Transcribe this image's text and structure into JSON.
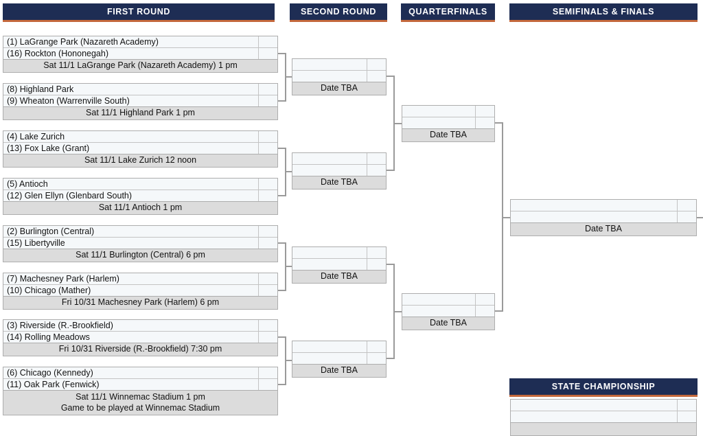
{
  "headers": [
    {
      "label": "FIRST ROUND"
    },
    {
      "label": "SECOND ROUND"
    },
    {
      "label": "QUARTERFINALS"
    },
    {
      "label": "SEMIFINALS & FINALS"
    },
    {
      "label": "STATE CHAMPIONSHIP"
    }
  ],
  "colors": {
    "header_bg": "#1e2d54",
    "header_accent": "#c4683c",
    "info_row_bg": "#dcdcdc",
    "team_row_bg": "#f5f8fa",
    "line": "#9a9a9a",
    "border": "#adadad"
  },
  "first_round": [
    {
      "team1": "(1) LaGrange Park (Nazareth Academy)",
      "score1": "",
      "team2": "(16) Rockton (Hononegah)",
      "score2": "",
      "info": "Sat 11/1 LaGrange Park (Nazareth Academy) 1 pm"
    },
    {
      "team1": "(8) Highland Park",
      "score1": "",
      "team2": "(9) Wheaton (Warrenville South)",
      "score2": "",
      "info": "Sat 11/1 Highland Park 1 pm"
    },
    {
      "team1": "(4) Lake Zurich",
      "score1": "",
      "team2": "(13) Fox Lake (Grant)",
      "score2": "",
      "info": "Sat 11/1 Lake Zurich 12 noon"
    },
    {
      "team1": "(5) Antioch",
      "score1": "",
      "team2": "(12) Glen Ellyn (Glenbard South)",
      "score2": "",
      "info": "Sat 11/1 Antioch 1 pm"
    },
    {
      "team1": "(2) Burlington (Central)",
      "score1": "",
      "team2": "(15) Libertyville",
      "score2": "",
      "info": "Sat 11/1 Burlington (Central) 6 pm"
    },
    {
      "team1": "(7) Machesney Park (Harlem)",
      "score1": "",
      "team2": "(10) Chicago (Mather)",
      "score2": "",
      "info": "Fri 10/31 Machesney Park (Harlem) 6 pm"
    },
    {
      "team1": "(3) Riverside (R.-Brookfield)",
      "score1": "",
      "team2": "(14) Rolling Meadows",
      "score2": "",
      "info": "Fri 10/31 Riverside (R.-Brookfield) 7:30 pm"
    },
    {
      "team1": "(6) Chicago (Kennedy)",
      "score1": "",
      "team2": "(11) Oak Park (Fenwick)",
      "score2": "",
      "info": "Sat 11/1 Winnemac Stadium 1 pm\nGame to be played at Winnemac Stadium"
    }
  ],
  "second_round": [
    {
      "team1": "",
      "score1": "",
      "team2": "",
      "score2": "",
      "info": "Date TBA"
    },
    {
      "team1": "",
      "score1": "",
      "team2": "",
      "score2": "",
      "info": "Date TBA"
    },
    {
      "team1": "",
      "score1": "",
      "team2": "",
      "score2": "",
      "info": "Date TBA"
    },
    {
      "team1": "",
      "score1": "",
      "team2": "",
      "score2": "",
      "info": "Date TBA"
    }
  ],
  "quarterfinals": [
    {
      "team1": "",
      "score1": "",
      "team2": "",
      "score2": "",
      "info": "Date TBA"
    },
    {
      "team1": "",
      "score1": "",
      "team2": "",
      "score2": "",
      "info": "Date TBA"
    }
  ],
  "semifinals": [
    {
      "team1": "",
      "score1": "",
      "team2": "",
      "score2": "",
      "info": "Date TBA"
    }
  ],
  "state_championship": [
    {
      "team1": "",
      "score1": "",
      "team2": "",
      "score2": "",
      "info": ""
    }
  ]
}
